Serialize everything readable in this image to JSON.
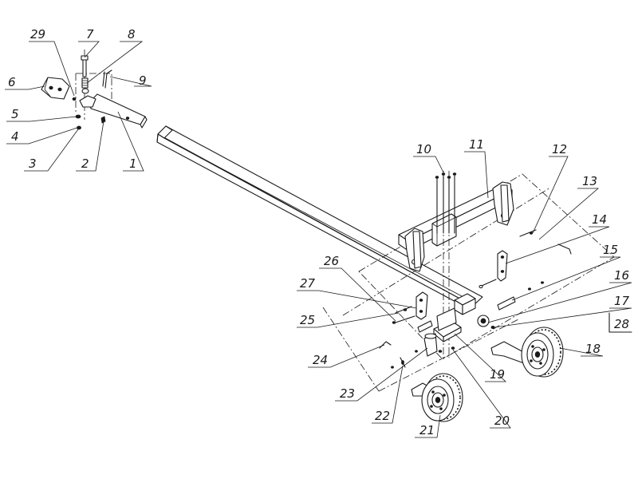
{
  "labels": [
    {
      "id": "1",
      "text": "1"
    },
    {
      "id": "2",
      "text": "2"
    },
    {
      "id": "3",
      "text": "3"
    },
    {
      "id": "4",
      "text": "4"
    },
    {
      "id": "5",
      "text": "5"
    },
    {
      "id": "6",
      "text": "6"
    },
    {
      "id": "7",
      "text": "7"
    },
    {
      "id": "8",
      "text": "8"
    },
    {
      "id": "9",
      "text": "9"
    },
    {
      "id": "10",
      "text": "10"
    },
    {
      "id": "11",
      "text": "11"
    },
    {
      "id": "12",
      "text": "12"
    },
    {
      "id": "13",
      "text": "13"
    },
    {
      "id": "14",
      "text": "14"
    },
    {
      "id": "15",
      "text": "15"
    },
    {
      "id": "16",
      "text": "16"
    },
    {
      "id": "17",
      "text": "17"
    },
    {
      "id": "18",
      "text": "18"
    },
    {
      "id": "19",
      "text": "19"
    },
    {
      "id": "20",
      "text": "20"
    },
    {
      "id": "21",
      "text": "21"
    },
    {
      "id": "22",
      "text": "22"
    },
    {
      "id": "23",
      "text": "23"
    },
    {
      "id": "24",
      "text": "24"
    },
    {
      "id": "25",
      "text": "25"
    },
    {
      "id": "26",
      "text": "26"
    },
    {
      "id": "27",
      "text": "27"
    },
    {
      "id": "28",
      "text": "28"
    },
    {
      "id": "29",
      "text": "29"
    }
  ],
  "colors": {
    "line": "#1a1a1a",
    "background": "#ffffff"
  }
}
